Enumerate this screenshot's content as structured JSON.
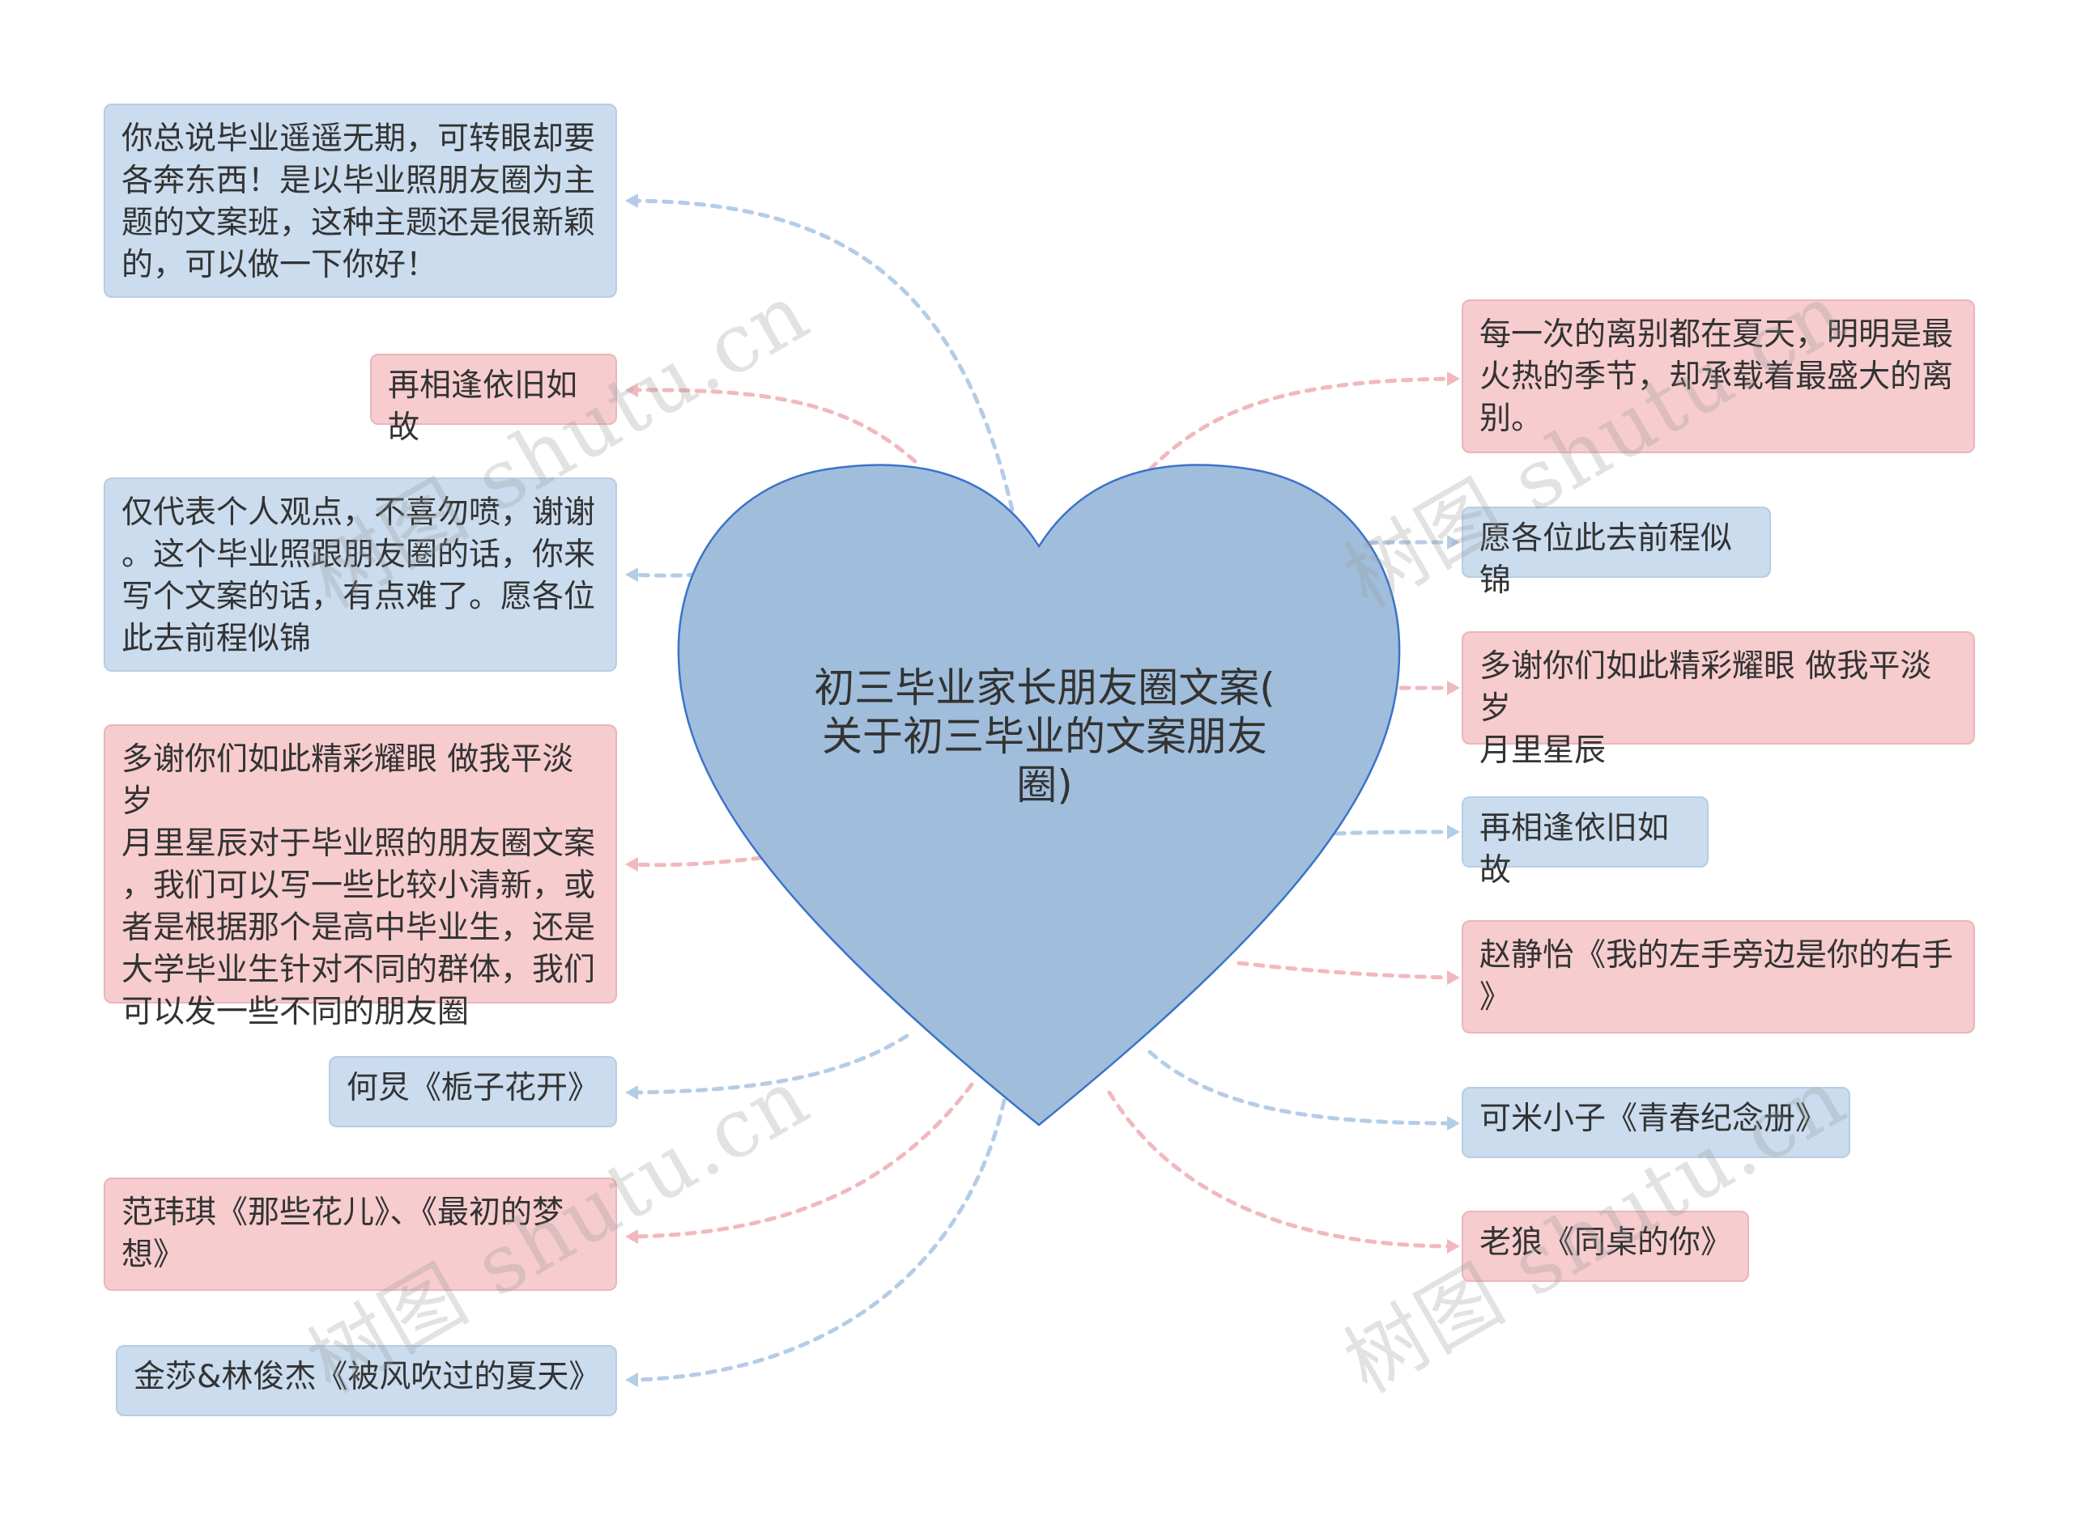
{
  "center": {
    "title": "初三毕业家长朋友圈文案(\n关于初三毕业的文案朋友\n圈)"
  },
  "left_nodes": [
    {
      "text": "你总说毕业遥遥无期，可转眼却要\n各奔东西！是以毕业照朋友圈为主\n题的文案班，这种主题还是很新颖\n的，可以做一下你好！",
      "color": "blue"
    },
    {
      "text": "再相逢依旧如故",
      "color": "pink"
    },
    {
      "text": "仅代表个人观点，不喜勿喷，谢谢\n。这个毕业照跟朋友圈的话，你来\n写个文案的话，有点难了。愿各位\n此去前程似锦",
      "color": "blue"
    },
    {
      "text": "多谢你们如此精彩耀眼 做我平淡岁\n月里星辰对于毕业照的朋友圈文案\n，我们可以写一些比较小清新，或\n者是根据那个是高中毕业生，还是\n大学毕业生针对不同的群体，我们\n可以发一些不同的朋友圈",
      "color": "pink"
    },
    {
      "text": "何炅《栀子花开》",
      "color": "blue"
    },
    {
      "text": "范玮琪《那些花儿》、《最初的梦\n想》",
      "color": "pink"
    },
    {
      "text": "金莎&林俊杰《被风吹过的夏天》",
      "color": "blue"
    }
  ],
  "right_nodes": [
    {
      "text": "每一次的离别都在夏天，明明是最\n火热的季节，却承载着最盛大的离\n别。",
      "color": "pink"
    },
    {
      "text": "愿各位此去前程似锦",
      "color": "blue"
    },
    {
      "text": "多谢你们如此精彩耀眼 做我平淡岁\n月里星辰",
      "color": "pink"
    },
    {
      "text": "再相逢依旧如故",
      "color": "blue"
    },
    {
      "text": "赵静怡《我的左手旁边是你的右手\n》",
      "color": "pink"
    },
    {
      "text": "可米小子《青春纪念册》",
      "color": "blue"
    },
    {
      "text": "老狼《同桌的你》",
      "color": "pink"
    }
  ],
  "watermark": "树图 shutu.cn",
  "colors": {
    "heart_fill": "#a0bedb",
    "heart_stroke": "#3b73c9",
    "blue_node": "#cadcee",
    "pink_node": "#f6cccf",
    "blue_link": "#b4cde6",
    "pink_link": "#f1b9bd"
  }
}
